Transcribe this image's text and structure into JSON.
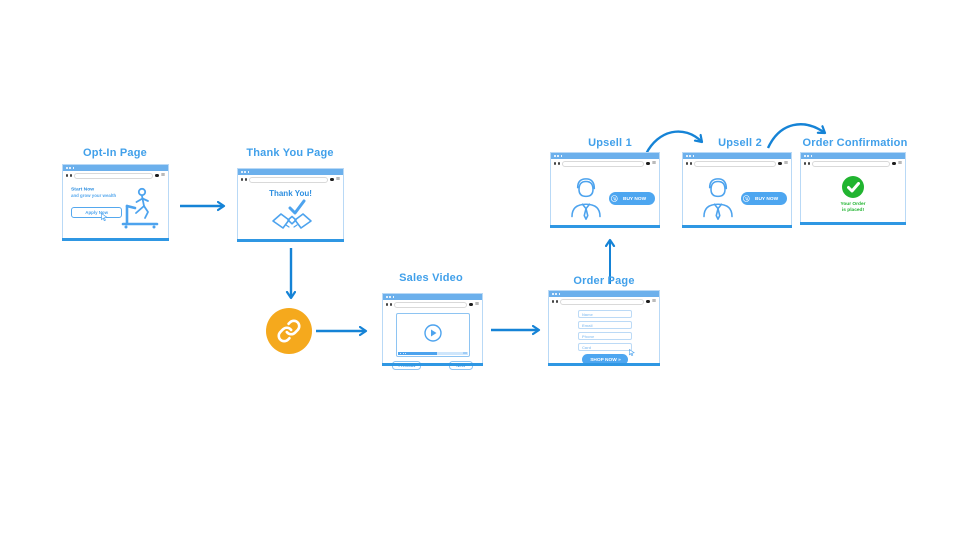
{
  "palette": {
    "arrow": "#1583d6",
    "node_title": "#41a0ea",
    "window_bar": "#6cb0ec",
    "window_bottom": "#2f97e3",
    "line_art": "#4da3ee",
    "link_orange": "#f5a91d",
    "success_green": "#21b430"
  },
  "optin": {
    "title": "Opt-In Page",
    "headline": "Start Now",
    "subheadline": "and grow your wealth",
    "cta": "Apply Now"
  },
  "thankyou": {
    "title": "Thank You Page",
    "message": "Thank You!"
  },
  "sales_video": {
    "title": "Sales Video",
    "prev": "Previous",
    "next": "Next"
  },
  "order_page": {
    "title": "Order Page",
    "fields": [
      "Name",
      "Email",
      "Phone",
      "Card"
    ],
    "cta": "SHOP NOW »"
  },
  "upsell1": {
    "title": "Upsell 1",
    "cta": "BUY NOW"
  },
  "upsell2": {
    "title": "Upsell 2",
    "cta": "BUY NOW"
  },
  "confirmation": {
    "title": "Order Confirmation",
    "message": "Your Order is placed!"
  }
}
